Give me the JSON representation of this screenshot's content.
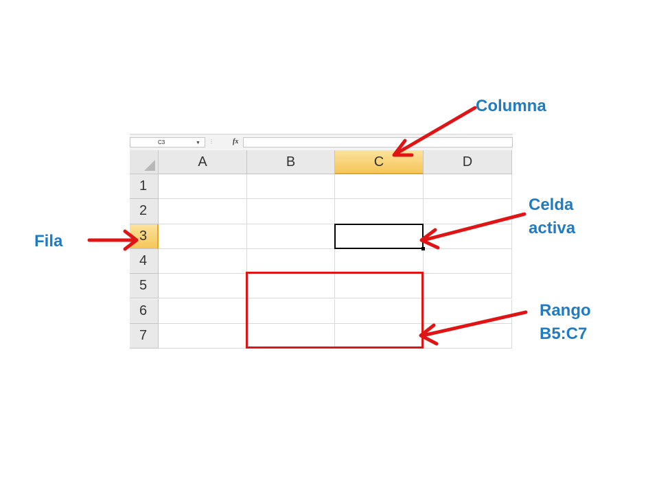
{
  "labels": {
    "column": "Columna",
    "active_cell": [
      "Celda",
      "activa"
    ],
    "row": "Fila",
    "range": [
      "Rango",
      "B5:C7"
    ]
  },
  "formula_bar": {
    "name_box_value": "C3",
    "name_box_dropdown_icon": "dropdown-arrow-icon",
    "fx_label": "fx"
  },
  "sheet": {
    "columns": [
      "A",
      "B",
      "C",
      "D"
    ],
    "rows": [
      "1",
      "2",
      "3",
      "4",
      "5",
      "6",
      "7"
    ],
    "active_column": "C",
    "active_row": "3",
    "active_cell": "C3",
    "selected_range": "B5:C7"
  },
  "colors": {
    "label_blue": "#1f7bc2",
    "arrow_red": "#e01414",
    "header_highlight": "#f8d27a"
  }
}
